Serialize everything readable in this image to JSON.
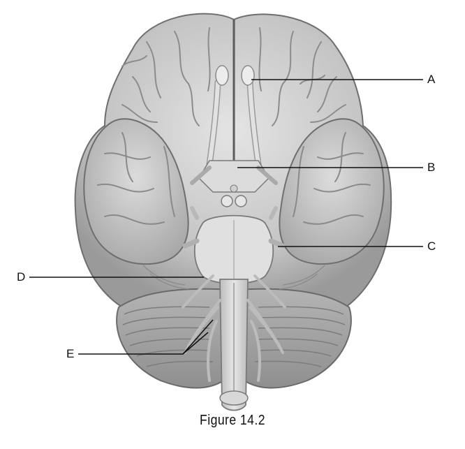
{
  "figure": {
    "caption": "Figure 14.2",
    "labels": {
      "A": "A",
      "B": "B",
      "C": "C",
      "D": "D",
      "E": "E"
    }
  },
  "colors": {
    "cortex": "#c9c9c9",
    "cortex_shadow": "#8a8a8a",
    "cortex_highlight": "#ececec",
    "cerebellum": "#a9a9a9",
    "brainstem": "#d6d6d6",
    "leader_line": "#111111"
  }
}
